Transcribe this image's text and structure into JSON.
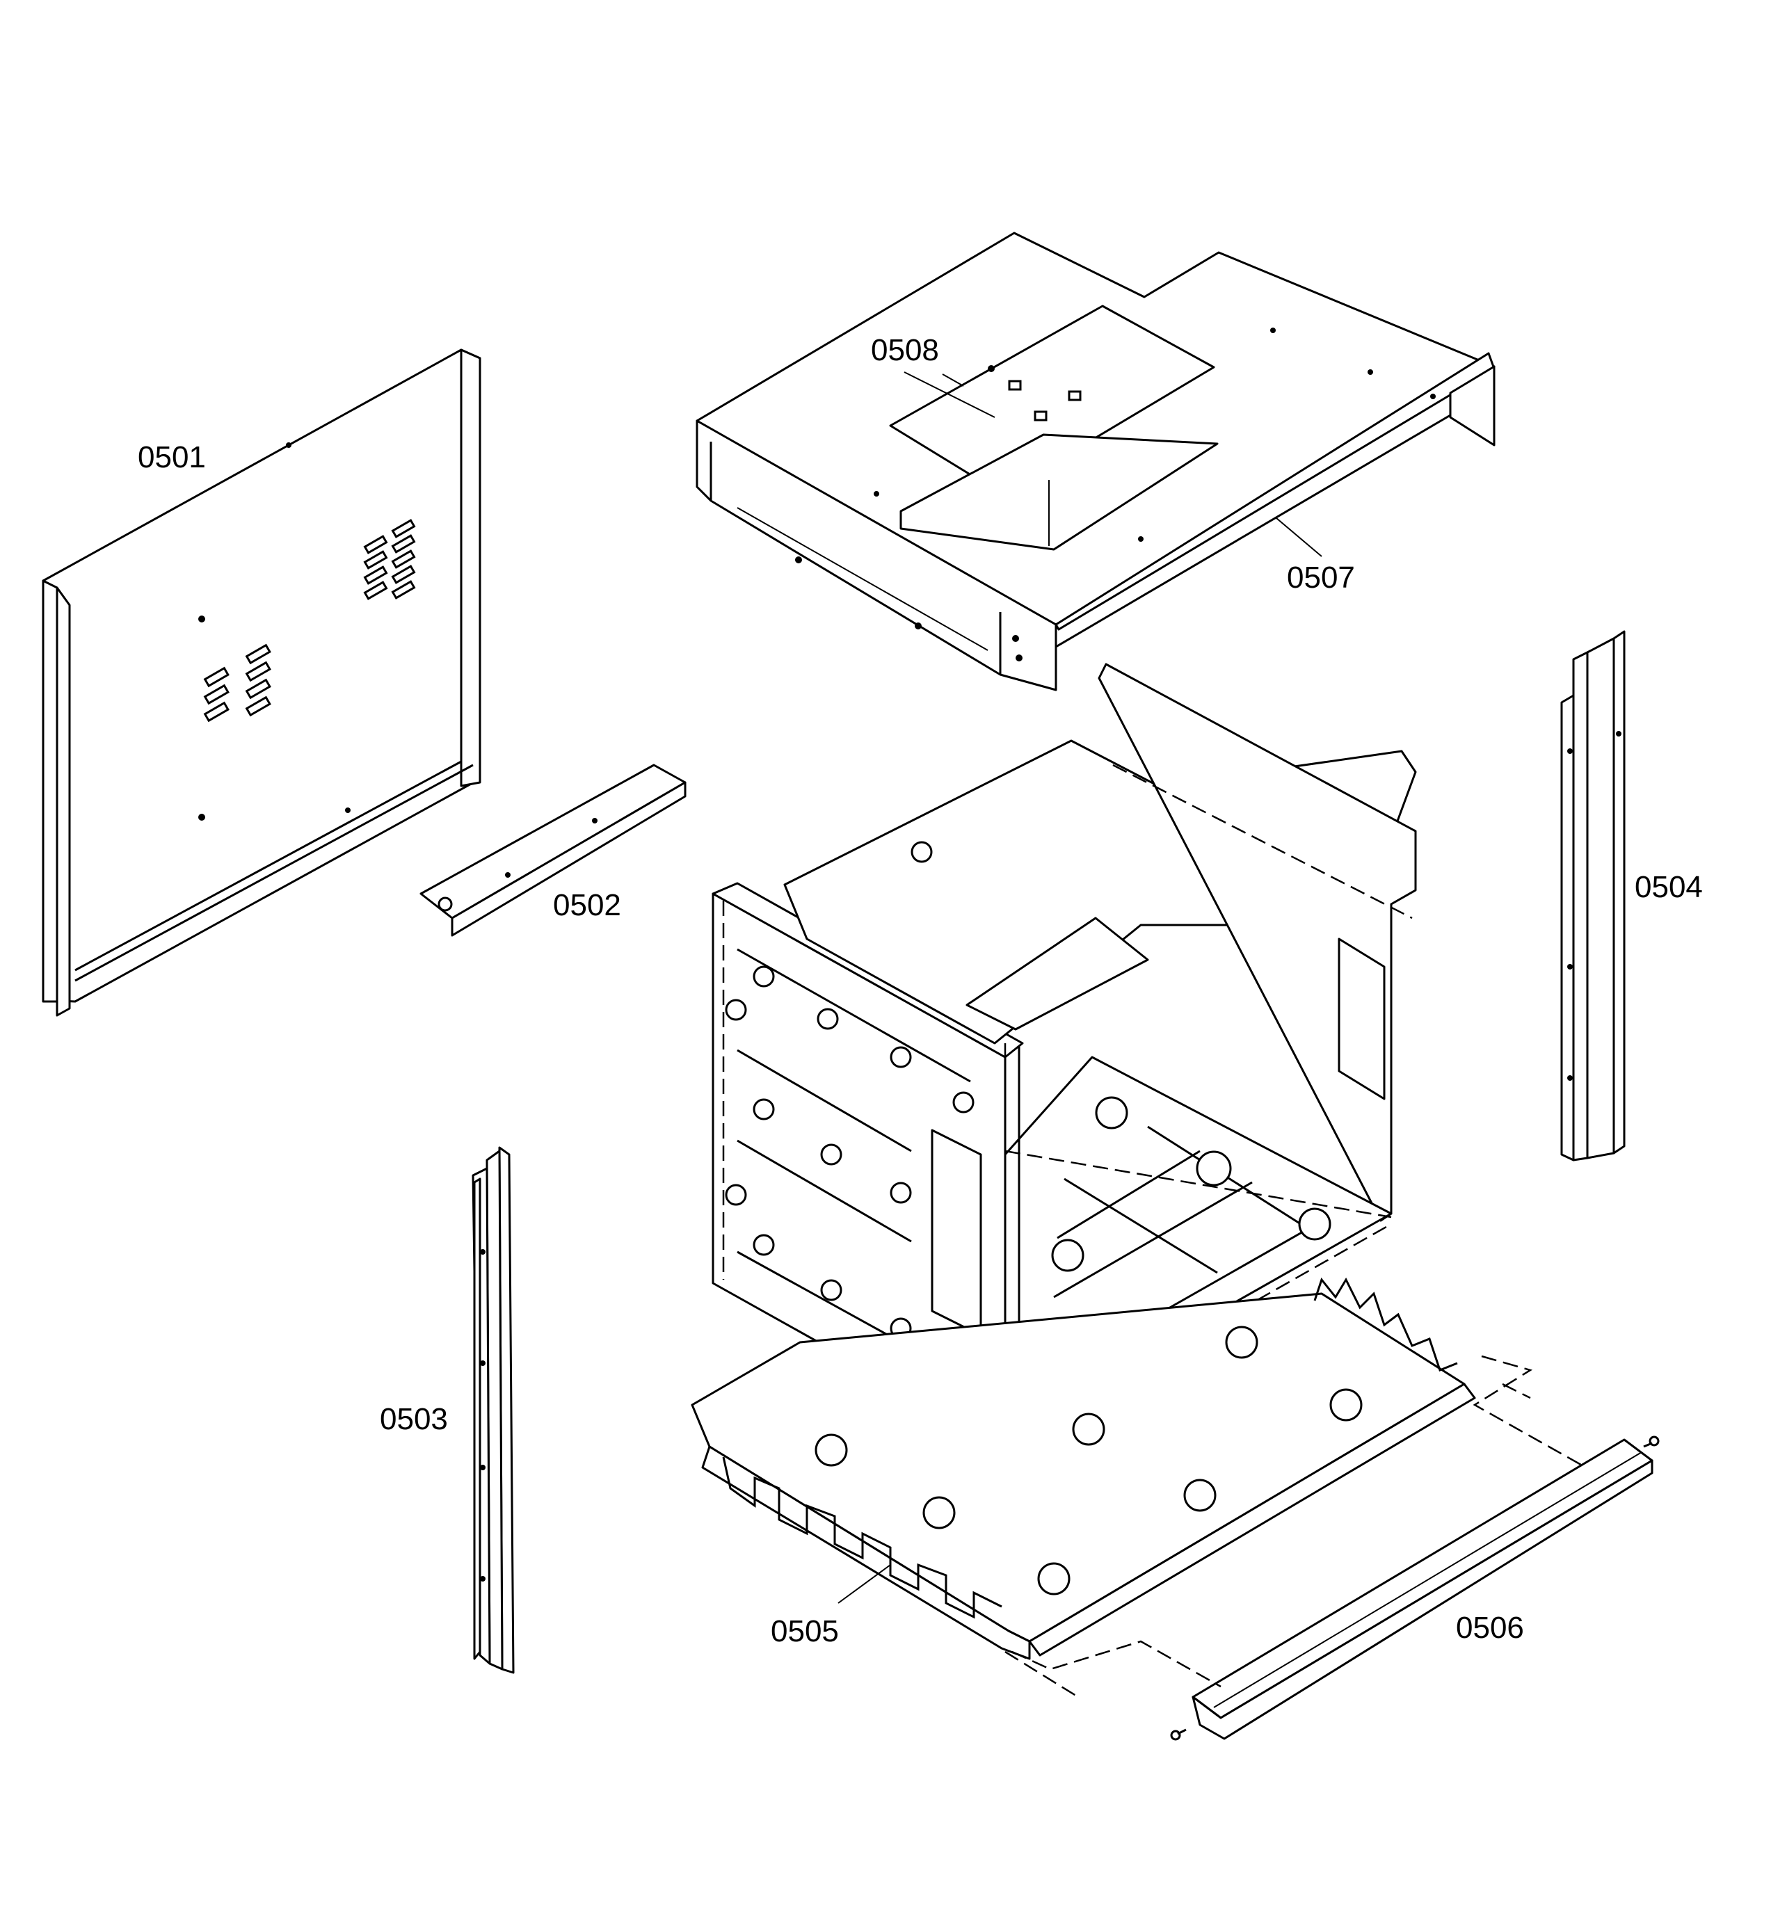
{
  "diagram": {
    "type": "exploded-parts-view",
    "labels": {
      "p0501": "0501",
      "p0502": "0502",
      "p0503": "0503",
      "p0504": "0504",
      "p0505": "0505",
      "p0506": "0506",
      "p0507": "0507",
      "p0508": "0508"
    }
  }
}
